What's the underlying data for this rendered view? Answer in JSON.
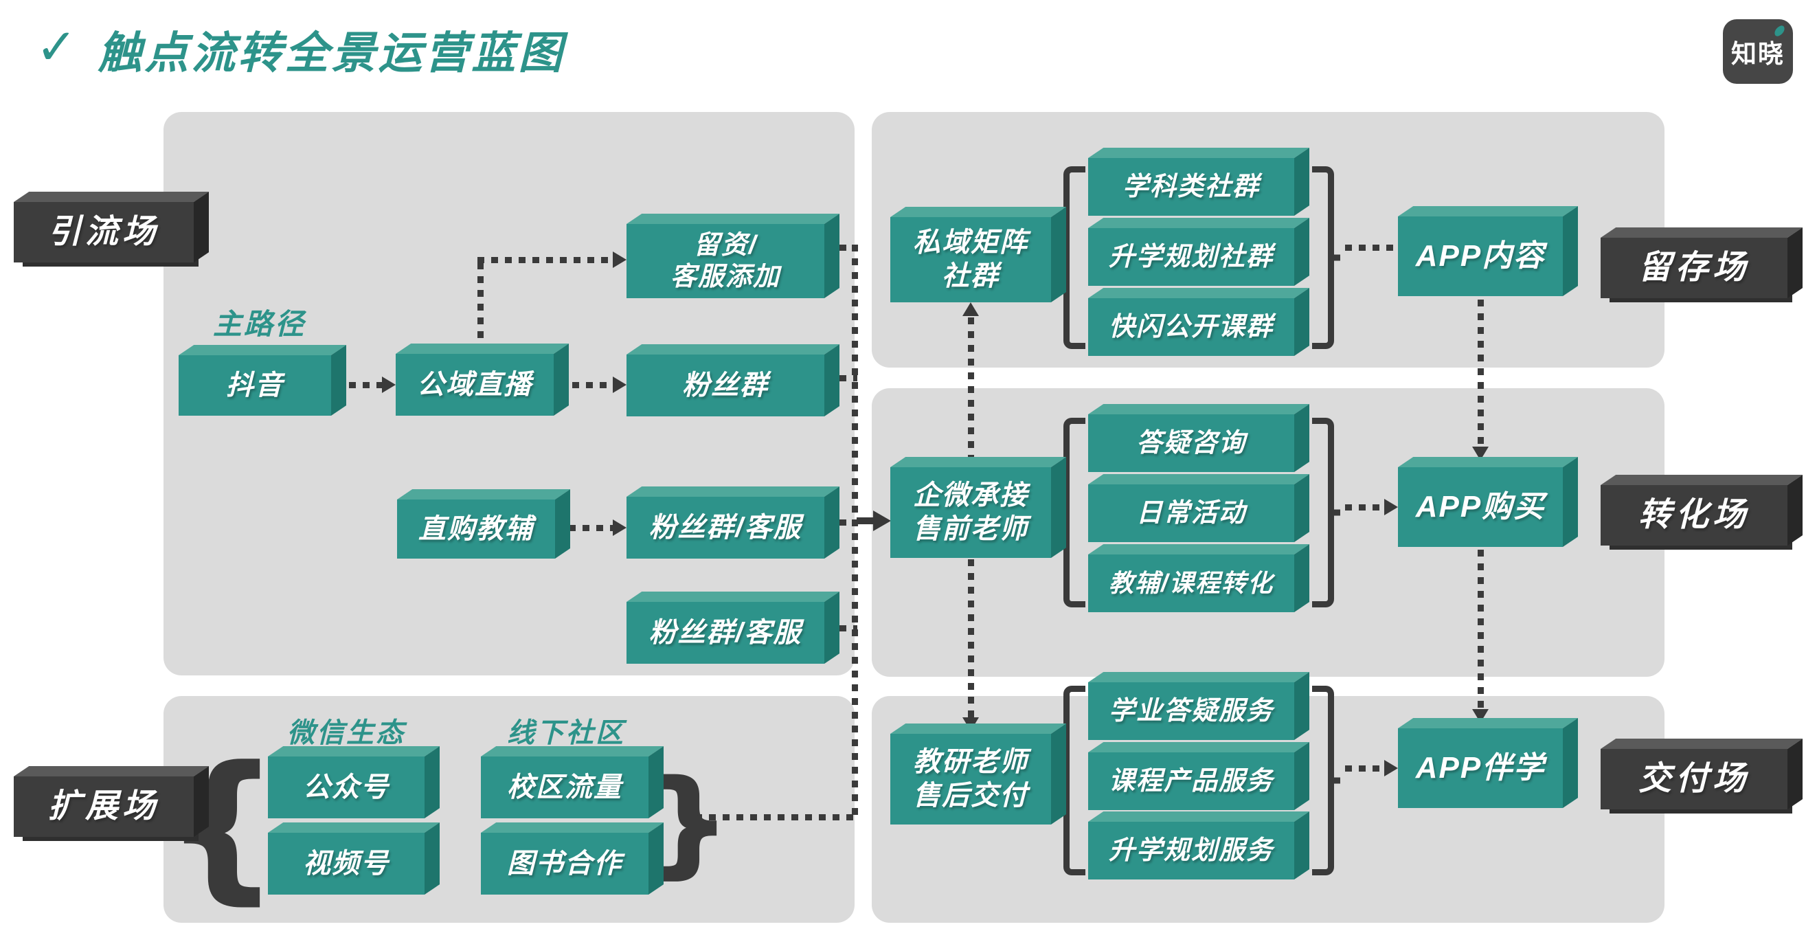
{
  "title": {
    "check": "✓",
    "text": "触点流转全景运营蓝图"
  },
  "logo": {
    "text": "知晓"
  },
  "zones": {
    "traffic": "引流场",
    "retention": "留存场",
    "conversion": "转化场",
    "delivery": "交付场",
    "expansion": "扩展场"
  },
  "section_labels": {
    "main_path": "主路径",
    "wechat_ecosystem": "微信生态",
    "offline_community": "线下社区"
  },
  "nodes": {
    "douyin": "抖音",
    "public_live": "公域直播",
    "lead_capture": "留资/\n客服添加",
    "fans_group": "粉丝群",
    "direct_purchase": "直购教辅",
    "fans_group_service_1": "粉丝群/客服",
    "fans_group_service_2": "粉丝群/客服",
    "private_matrix": "私域矩阵\n社群",
    "subject_groups": "学科类社群",
    "admission_plan_groups": "升学规划社群",
    "flash_open_class_groups": "快闪公开课群",
    "app_content": "APP内容",
    "wecom_presales": "企微承接\n售前老师",
    "qa_consult": "答疑咨询",
    "daily_activity": "日常活动",
    "material_course_conversion": "教辅/课程转化",
    "app_purchase": "APP购买",
    "research_aftersales": "教研老师\n售后交付",
    "academic_qa_service": "学业答疑服务",
    "course_product_service": "课程产品服务",
    "admission_plan_service": "升学规划服务",
    "app_companion": "APP伴学",
    "official_account": "公众号",
    "video_account": "视频号",
    "campus_traffic": "校区流量",
    "book_partnership": "图书合作"
  },
  "icons": {
    "brace_left": "{",
    "brace_right": "}"
  },
  "colors": {
    "accent_teal": "#2D938A",
    "teal_top": "#4FA89B",
    "teal_side": "#1E756C",
    "dark_label": "#3D3D3D",
    "panel_gray": "#DBDBDB",
    "line": "#3A3A3A",
    "background": "#FFFFFF"
  }
}
